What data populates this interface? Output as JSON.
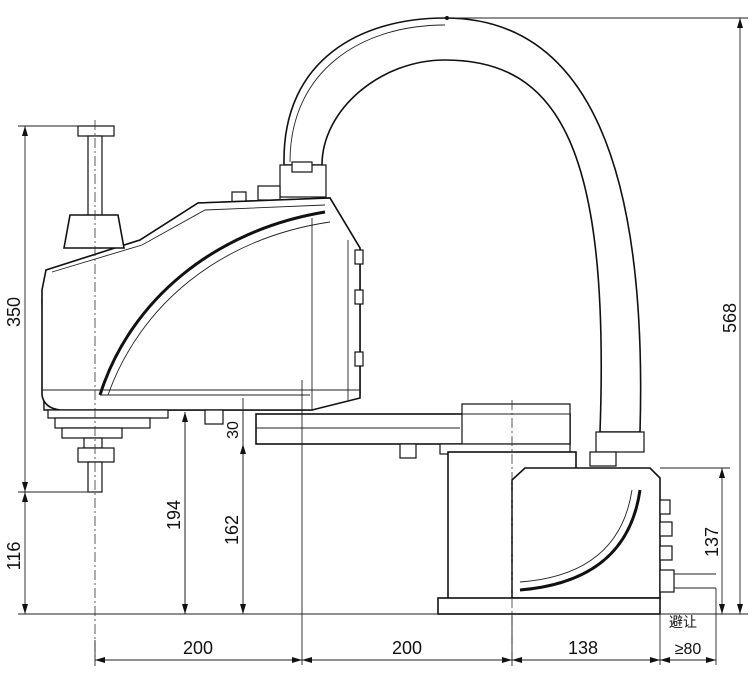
{
  "dimensions": {
    "horizontal": {
      "arm1": "200",
      "arm2": "200",
      "base_depth": "138",
      "clearance": "≥80",
      "clearance_note": "避让"
    },
    "vertical": {
      "stroke": "350",
      "flange_height": "116",
      "arm_underside_height": "194",
      "arm2_underside_height": "162",
      "arm2_thickness": "30",
      "overall_height": "568",
      "base_height": "137"
    }
  }
}
